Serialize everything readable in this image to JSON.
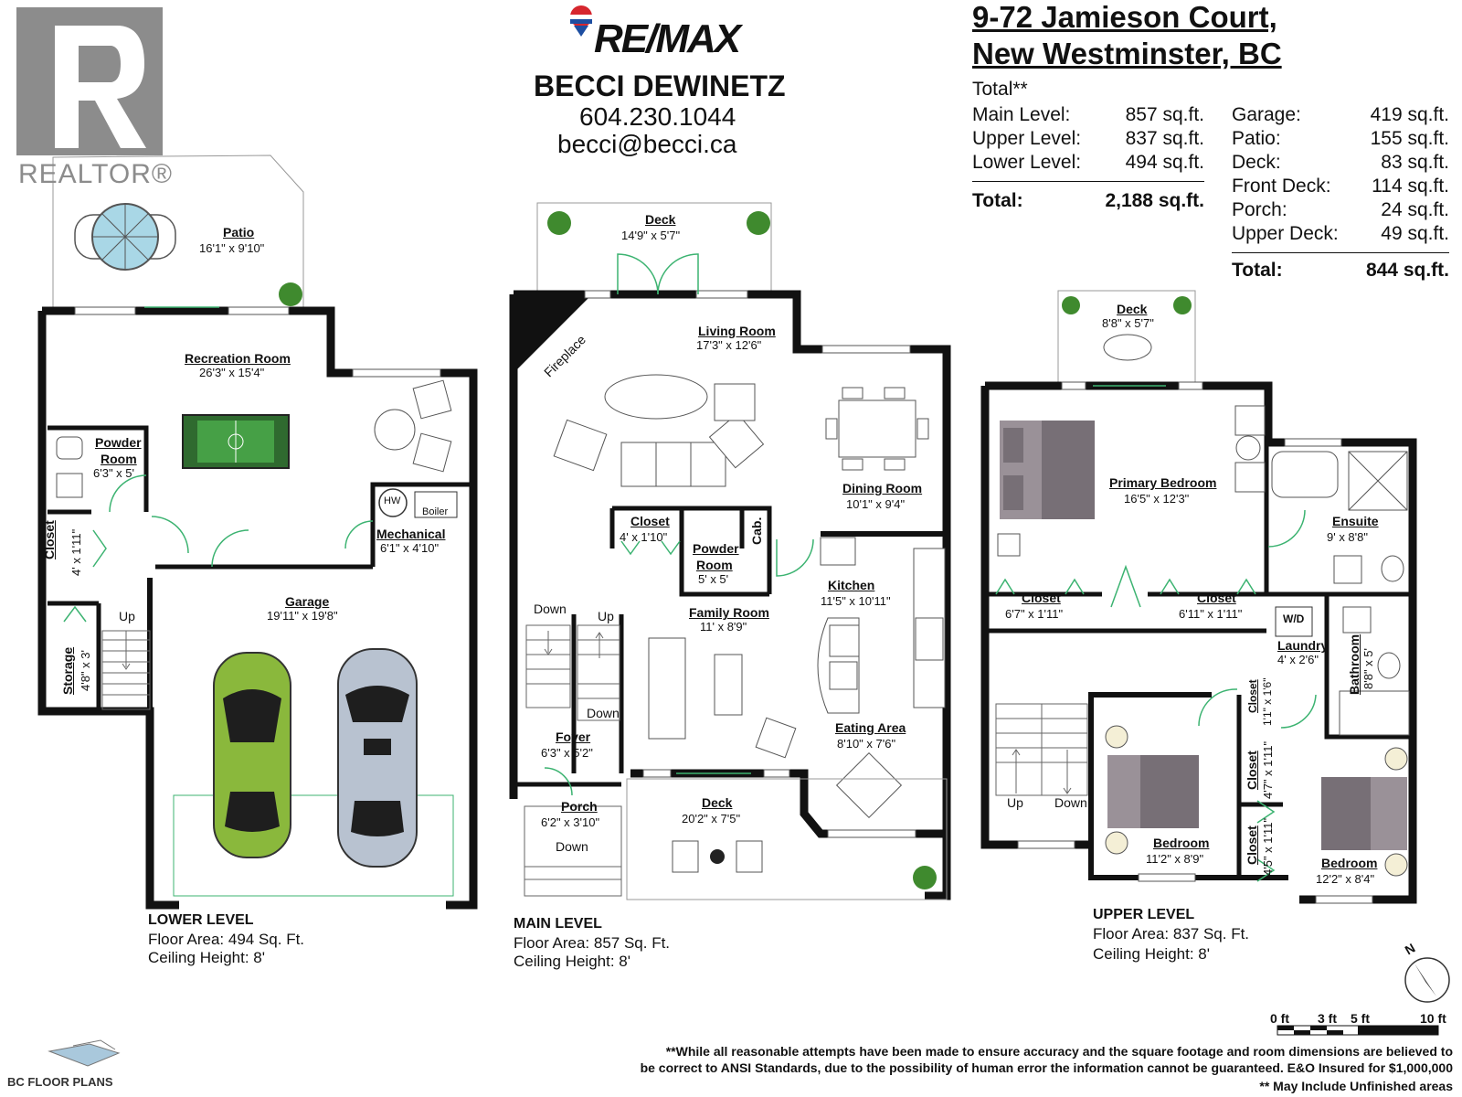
{
  "branding": {
    "realtor_logo_text": "REALTOR®",
    "remax_logo_text": "RE/MAX",
    "agent_name": "BECCI DEWINETZ",
    "agent_phone": "604.230.1044",
    "agent_email": "becci@becci.ca",
    "bc_logo_text": "BC FLOOR PLANS"
  },
  "address": {
    "line1": "9-72 Jamieson Court,",
    "line2": "New Westminster, BC"
  },
  "summary": {
    "total_heading": "Total**",
    "left": [
      {
        "label": "Main Level:",
        "value": "857 sq.ft."
      },
      {
        "label": "Upper Level:",
        "value": "837 sq.ft."
      },
      {
        "label": "Lower Level:",
        "value": "494 sq.ft."
      }
    ],
    "left_total": {
      "label": "Total:",
      "value": "2,188 sq.ft."
    },
    "right": [
      {
        "label": "Garage:",
        "value": "419 sq.ft."
      },
      {
        "label": "Patio:",
        "value": "155 sq.ft."
      },
      {
        "label": "Deck:",
        "value": "83 sq.ft."
      },
      {
        "label": "Front Deck:",
        "value": "114 sq.ft."
      },
      {
        "label": "Porch:",
        "value": "24 sq.ft."
      },
      {
        "label": "Upper Deck:",
        "value": "49 sq.ft."
      }
    ],
    "right_total": {
      "label": "Total:",
      "value": "844 sq.ft."
    }
  },
  "rooms": {
    "patio": {
      "name": "Patio",
      "dim": "16'1\" x 9'10\""
    },
    "recreation": {
      "name": "Recreation Room",
      "dim": "26'3\" x 15'4\""
    },
    "powder_lower": {
      "name": "Powder",
      "name2": "Room",
      "dim": "6'3\" x 5'"
    },
    "closet_lower": {
      "name": "Closet",
      "dim": "4' x 1'11\""
    },
    "storage": {
      "name": "Storage",
      "dim": "4'8\" x 3'"
    },
    "mechanical": {
      "name": "Mechanical",
      "dim": "6'1\" x 4'10\""
    },
    "garage": {
      "name": "Garage",
      "dim": "19'11\" x 19'8\""
    },
    "deck_main_top": {
      "name": "Deck",
      "dim": "14'9\" x 5'7\""
    },
    "living": {
      "name": "Living Room",
      "dim": "17'3\" x 12'6\""
    },
    "dining": {
      "name": "Dining Room",
      "dim": "10'1\" x 9'4\""
    },
    "closet_main": {
      "name": "Closet",
      "dim": "4' x 1'10\""
    },
    "powder_main": {
      "name": "Powder",
      "name2": "Room",
      "dim": "5' x 5'"
    },
    "kitchen": {
      "name": "Kitchen",
      "dim": "11'5\" x 10'11\""
    },
    "family": {
      "name": "Family Room",
      "dim": "11' x 8'9\""
    },
    "eating": {
      "name": "Eating Area",
      "dim": "8'10\" x 7'6\""
    },
    "foyer": {
      "name": "Foyer",
      "dim": "6'3\" x 5'2\""
    },
    "porch": {
      "name": "Porch",
      "dim": "6'2\" x 3'10\""
    },
    "deck_main_bottom": {
      "name": "Deck",
      "dim": "20'2\" x 7'5\""
    },
    "deck_upper": {
      "name": "Deck",
      "dim": "8'8\" x 5'7\""
    },
    "primary": {
      "name": "Primary Bedroom",
      "dim": "16'5\" x 12'3\""
    },
    "ensuite": {
      "name": "Ensuite",
      "dim": "9' x 8'8\""
    },
    "closet_up1": {
      "name": "Closet",
      "dim": "6'7\" x 1'11\""
    },
    "closet_up2": {
      "name": "Closet",
      "dim": "6'11\" x 1'11\""
    },
    "laundry": {
      "name": "Laundry",
      "dim": "4' x 2'6\""
    },
    "bathroom": {
      "name": "Bathroom",
      "dim": "8'8\" x 5'"
    },
    "closet_up3": {
      "name": "Closet",
      "dim": "1'1\" x 1'6\""
    },
    "closet_up4": {
      "name": "Closet",
      "dim": "4'7\" x 1'11\""
    },
    "closet_up5": {
      "name": "Closet",
      "dim": "4'5\" x 1'11\""
    },
    "bedroom1": {
      "name": "Bedroom",
      "dim": "11'2\" x 8'9\""
    },
    "bedroom2": {
      "name": "Bedroom",
      "dim": "12'2\" x 8'4\""
    }
  },
  "annotations": {
    "fireplace": "Fireplace",
    "cab": "Cab.",
    "hw": "HW",
    "boiler": "Boiler",
    "wd": "W/D",
    "up": "Up",
    "down": "Down"
  },
  "levels": {
    "lower": {
      "title": "LOWER LEVEL",
      "area": "Floor Area: 494 Sq. Ft.",
      "ceiling": "Ceiling Height: 8'"
    },
    "main": {
      "title": "MAIN LEVEL",
      "area": "Floor Area: 857 Sq. Ft.",
      "ceiling": "Ceiling Height: 8'"
    },
    "upper": {
      "title": "UPPER LEVEL",
      "area": "Floor Area: 837 Sq. Ft.",
      "ceiling": "Ceiling Height: 8'"
    }
  },
  "compass": {
    "north": "N"
  },
  "scale": {
    "ticks": [
      "0 ft",
      "3 ft",
      "5 ft",
      "10 ft"
    ]
  },
  "disclaimer": {
    "line1": "**While all reasonable attempts have been made to ensure accuracy and the square footage and room dimensions are believed to",
    "line2": "be correct to ANSI Standards, due to the possibility of human error the information cannot be guaranteed. E&O Insured for $1,000,000",
    "line3": "** May Include Unfinished areas"
  },
  "colors": {
    "wall": "#111111",
    "car_green": "#8ab83c",
    "car_silver": "#b8c2d0",
    "foosball": "#2f6a2f",
    "bed": "#776f76",
    "table_blue": "#a9d7e6",
    "door_green": "#3cb371"
  }
}
